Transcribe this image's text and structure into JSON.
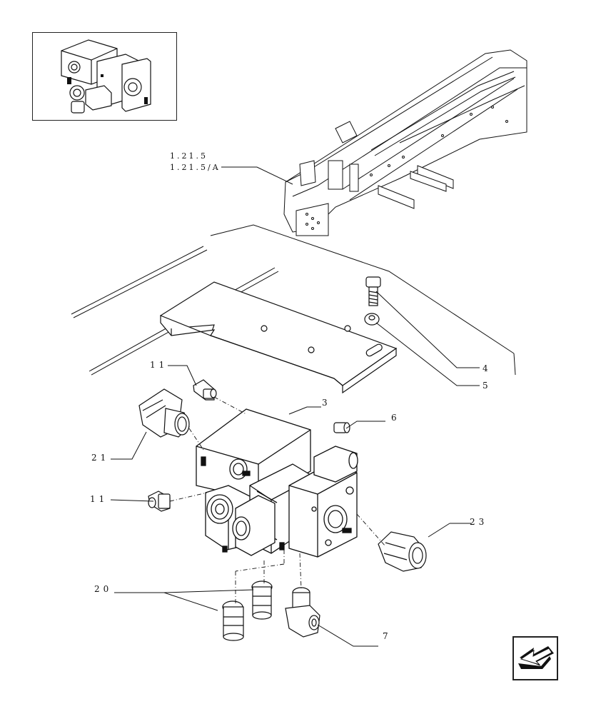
{
  "references": {
    "ref_1": "1.21.5",
    "ref_2": "1.21.5/A"
  },
  "callouts": {
    "c3": "3",
    "c4": "4",
    "c5": "5",
    "c6": "6",
    "c7": "7",
    "c11_top": "11",
    "c11_mid": "11",
    "c20": "20",
    "c21": "21",
    "c23": "23"
  },
  "thumbnail": {
    "icon": "assembly-thumbnail"
  },
  "navigation": {
    "icon": "previous-page-arrow-icon"
  }
}
